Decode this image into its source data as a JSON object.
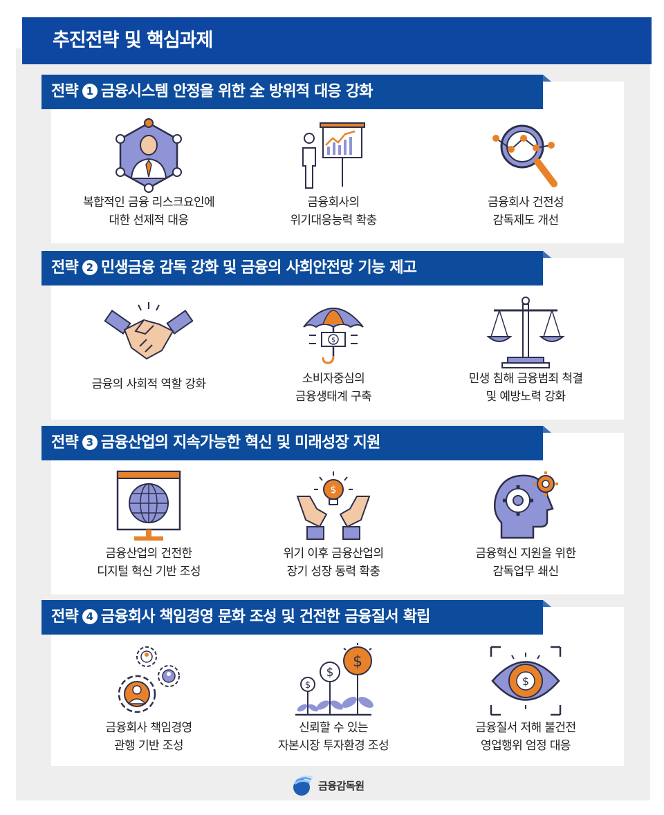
{
  "title": "추진전략 및 핵심과제",
  "strategies": [
    {
      "prefix": "전략",
      "number": "1",
      "title": "금융시스템 안정을 위한 全 방위적 대응 강화",
      "items": [
        {
          "icon": "network-person-icon",
          "line1": "복합적인 금융 리스크요인에",
          "line2": "대한 선제적 대응"
        },
        {
          "icon": "presentation-chart-icon",
          "line1": "금융회사의",
          "line2": "위기대응능력 확충"
        },
        {
          "icon": "magnifier-trend-icon",
          "line1": "금융회사 건전성",
          "line2": "감독제도 개선"
        }
      ]
    },
    {
      "prefix": "전략",
      "number": "2",
      "title": "민생금융 감독 강화 및 금융의 사회안전망 기능 제고",
      "items": [
        {
          "icon": "handshake-icon",
          "line1": "금융의 사회적 역할 강화",
          "line2": ""
        },
        {
          "icon": "umbrella-dollar-icon",
          "line1": "소비자중심의",
          "line2": "금융생태계 구축"
        },
        {
          "icon": "scales-icon",
          "line1": "민생 침해 금융범죄 척결",
          "line2": "및 예방노력 강화"
        }
      ]
    },
    {
      "prefix": "전략",
      "number": "3",
      "title": "금융산업의 지속가능한 혁신 및 미래성장 지원",
      "items": [
        {
          "icon": "digital-globe-icon",
          "line1": "금융산업의 건전한",
          "line2": "디지털 혁신 기반 조성"
        },
        {
          "icon": "hands-bulb-icon",
          "line1": "위기 이후 금융산업의",
          "line2": "장기 성장 동력 확충"
        },
        {
          "icon": "head-gears-icon",
          "line1": "금융혁신 지원을 위한",
          "line2": "감독업무 쇄신"
        }
      ]
    },
    {
      "prefix": "전략",
      "number": "4",
      "title": "금융회사 책임경영 문화 조성 및 건전한 금융질서 확립",
      "items": [
        {
          "icon": "people-gears-icon",
          "line1": "금융회사 책임경영",
          "line2": "관행 기반 조성"
        },
        {
          "icon": "money-plants-icon",
          "line1": "신뢰할 수 있는",
          "line2": "자본시장 투자환경 조성"
        },
        {
          "icon": "eye-dollar-icon",
          "line1": "금융질서 저해 불건전",
          "line2": "영업행위 엄정 대응"
        }
      ]
    }
  ],
  "footer": {
    "logo": "fss-logo-icon",
    "text": "금융감독원"
  },
  "colors": {
    "navy": "#0d4c9c",
    "orange": "#e8822a",
    "lavender": "#8f94d6",
    "outline": "#2d2f4a"
  }
}
